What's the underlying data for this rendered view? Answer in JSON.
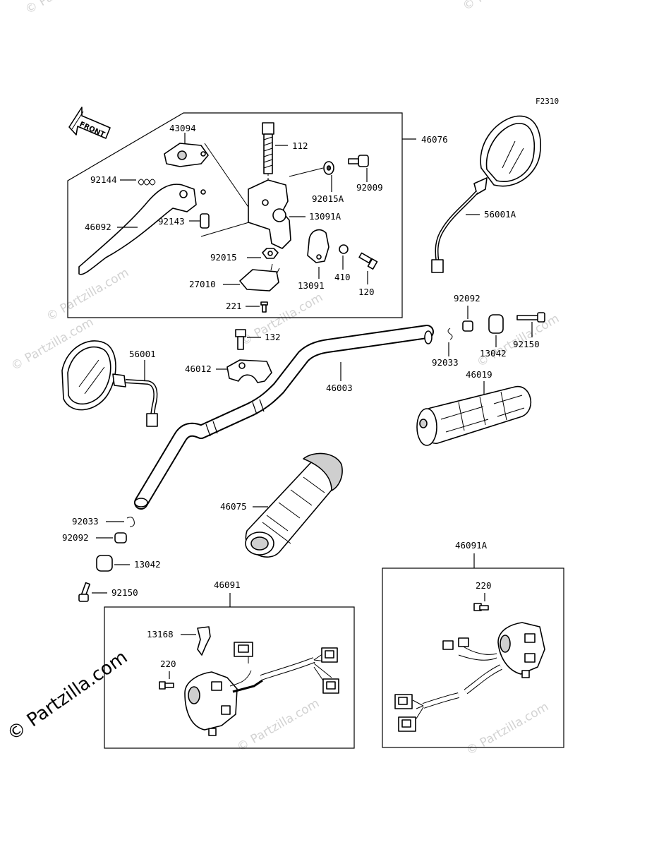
{
  "figure_code": "F2310",
  "front_label": "FRONT",
  "watermark": "© Partzilla.com",
  "callouts": {
    "p43094": "43094",
    "p112": "112",
    "p46076": "46076",
    "p92144": "92144",
    "p92015A": "92015A",
    "p92009": "92009",
    "p46092": "46092",
    "p92143": "92143",
    "p13091A": "13091A",
    "p92015": "92015",
    "p410": "410",
    "p120": "120",
    "p27010": "27010",
    "p13091": "13091",
    "p221": "221",
    "p56001A": "56001A",
    "p92092_top": "92092",
    "p132": "132",
    "p56001": "56001",
    "p46012": "46012",
    "p46003": "46003",
    "p92033_top": "92033",
    "p13042_top": "13042",
    "p92150_top": "92150",
    "p46019": "46019",
    "p46075": "46075",
    "p92033_left": "92033",
    "p92092_left": "92092",
    "p13042_left": "13042",
    "p92150_left": "92150",
    "p46091A": "46091A",
    "p46091": "46091",
    "p220_right": "220",
    "p13168": "13168",
    "p220_left": "220"
  }
}
